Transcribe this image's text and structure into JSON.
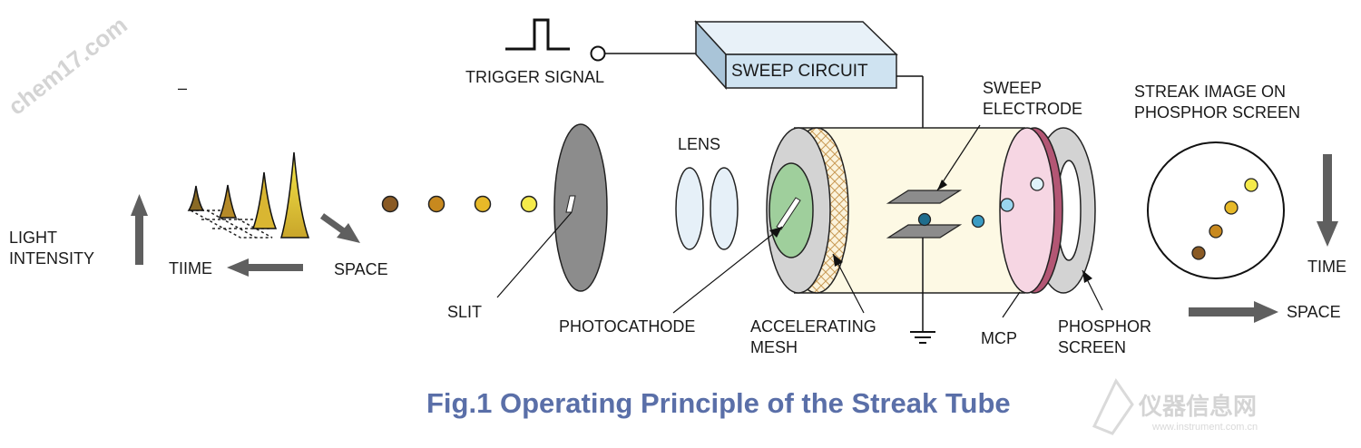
{
  "labels": {
    "trigger_signal": "TRIGGER SIGNAL",
    "sweep_circuit": "SWEEP CIRCUIT",
    "sweep_electrode_1": "SWEEP",
    "sweep_electrode_2": "ELECTRODE",
    "streak_image_1": "STREAK IMAGE ON",
    "streak_image_2": "PHOSPHOR SCREEN",
    "lens": "LENS",
    "light_intensity_1": "LIGHT",
    "light_intensity_2": "INTENSITY",
    "time_left": "TIIME",
    "space_left": "SPACE",
    "slit": "SLIT",
    "photocathode": "PHOTOCATHODE",
    "accelerating_mesh_1": "ACCELERATING",
    "accelerating_mesh_2": "MESH",
    "mcp": "MCP",
    "phosphor_screen_1": "PHOSPHOR",
    "phosphor_screen_2": "SCREEN",
    "time_right": "TIME",
    "space_right": "SPACE",
    "dash": "–"
  },
  "caption": "Fig.1 Operating Principle of the Streak Tube",
  "watermarks": {
    "top_left": "chem17.com",
    "bottom_right": "仪器信息网",
    "bottom_right_small": "www.instrument.com.cn"
  },
  "colors": {
    "caption": "#5a6fa8",
    "sweep_box_front": "#cfe3f1",
    "tube_body": "#fdf9e4",
    "mcp": "#f6d6e3",
    "photocathode": "#9fcf9c",
    "slit_disk": "#8c8c8c",
    "arrow": "#5f5f5f"
  }
}
